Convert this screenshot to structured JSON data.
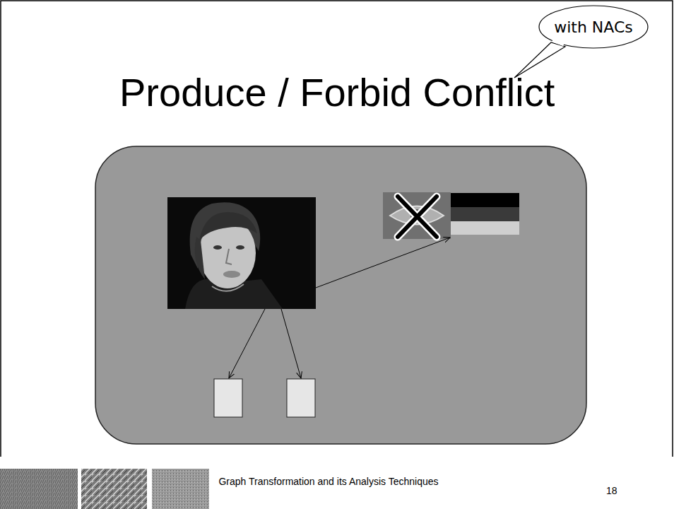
{
  "diagram": {
    "title": "Produce / Forbid Conflict",
    "nodes": [
      {
        "text": [
          "with NACs"
        ]
      }
    ],
    "labels": [
      "Graph Transformation and its Analysis Techniques",
      "18"
    ]
  }
}
